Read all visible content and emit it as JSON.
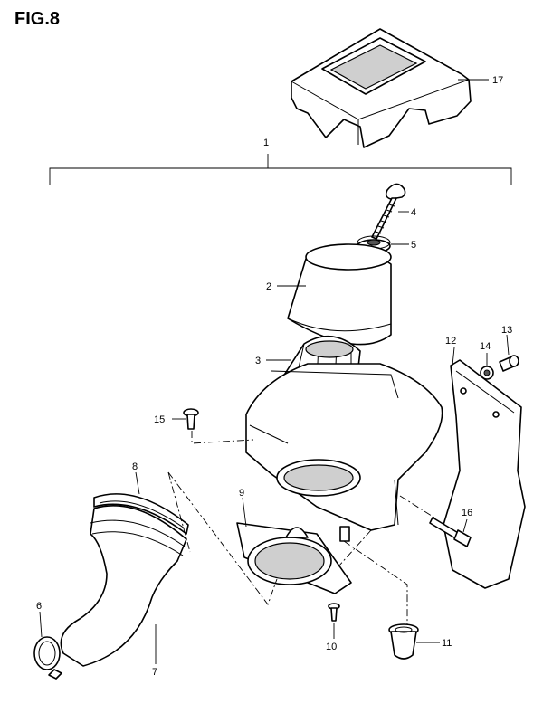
{
  "title": "FIG.8",
  "callouts": [
    "1",
    "2",
    "3",
    "4",
    "5",
    "6",
    "7",
    "8",
    "9",
    "10",
    "11",
    "12",
    "13",
    "14",
    "15",
    "16",
    "17"
  ]
}
